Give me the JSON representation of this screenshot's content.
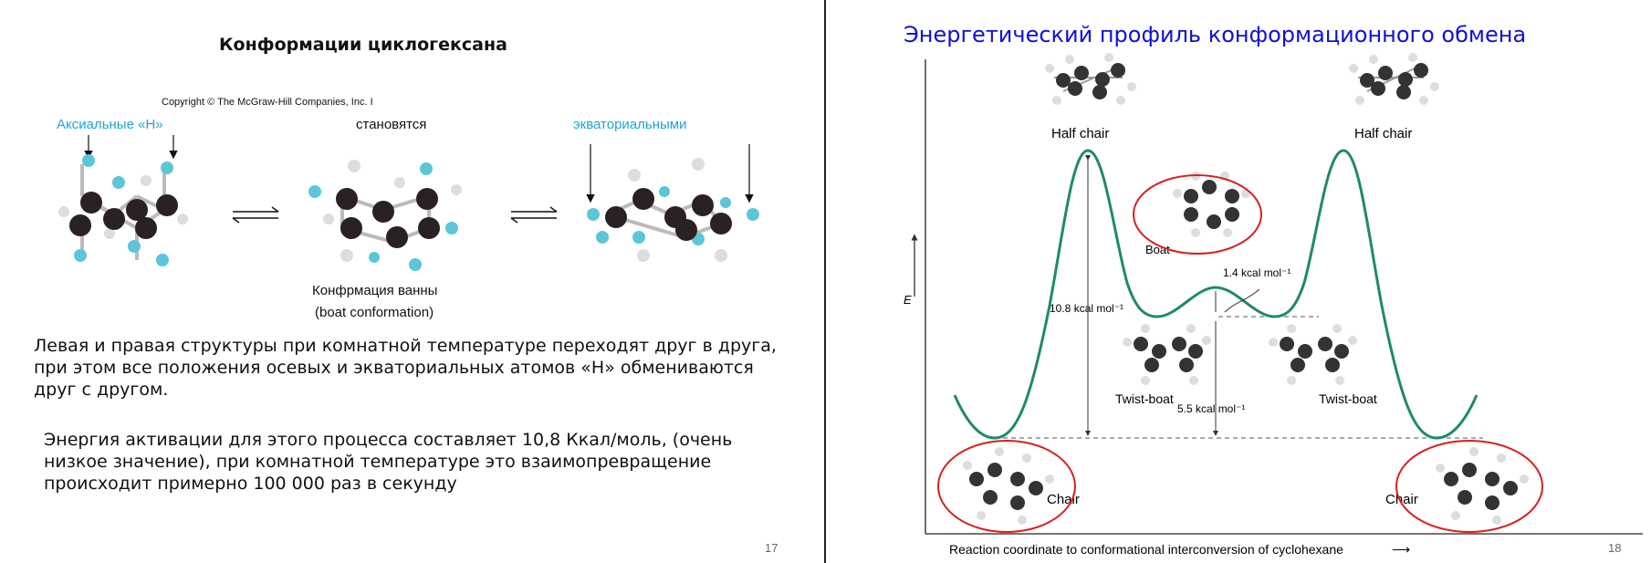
{
  "slide17": {
    "title": "Конформации циклогексана",
    "copyright": "Copyright © The McGraw-Hill Companies, Inc. I",
    "label_axial": "Аксиальные «Н»",
    "label_become": "становятся",
    "label_equatorial": "экваториальными",
    "boat_caption_1": "Конфрмация ванны",
    "boat_caption_2": "(boat conformation)",
    "paragraph_1": "Левая и правая структуры при комнатной температуре переходят друг в друга, при этом все положения  осевых и экваториальных атомов «Н» обмениваются друг с другом.",
    "paragraph_2": "Энергия активации для этого процесса составляет 10,8 Ккал/моль, (очень низкое значение), при комнатной температуре это взаимопревращение происходит примерно 100 000 раз в секунду",
    "page_number": "17"
  },
  "slide18": {
    "title": "Энергетический профиль конформационного обмена",
    "page_number": "18",
    "diagram": {
      "y_axis_label": "E",
      "x_axis_label": "Reaction coordinate to conformational interconversion of cyclohexane",
      "x_arrow": "⟶",
      "labels": {
        "half_chair_left": "Half chair",
        "half_chair_right": "Half chair",
        "boat": "Boat",
        "twist_boat_left": "Twist-boat",
        "twist_boat_right": "Twist-boat",
        "chair_left": "Chair",
        "chair_right": "Chair",
        "barrier_10_8": "10.8 kcal mol⁻¹",
        "barrier_1_4": "1.4 kcal mol⁻¹",
        "barrier_5_5": "5.5 kcal mol⁻¹"
      }
    }
  },
  "colors": {
    "title_blue": "#1010d8",
    "label_cyan": "#1ea4d6",
    "curve_green": "#1f8a6a",
    "circle_red": "#d82020",
    "atom_carbon": "#2a2222",
    "atom_h_cyan": "#5cc6d8",
    "atom_h_white": "#dddddd"
  }
}
